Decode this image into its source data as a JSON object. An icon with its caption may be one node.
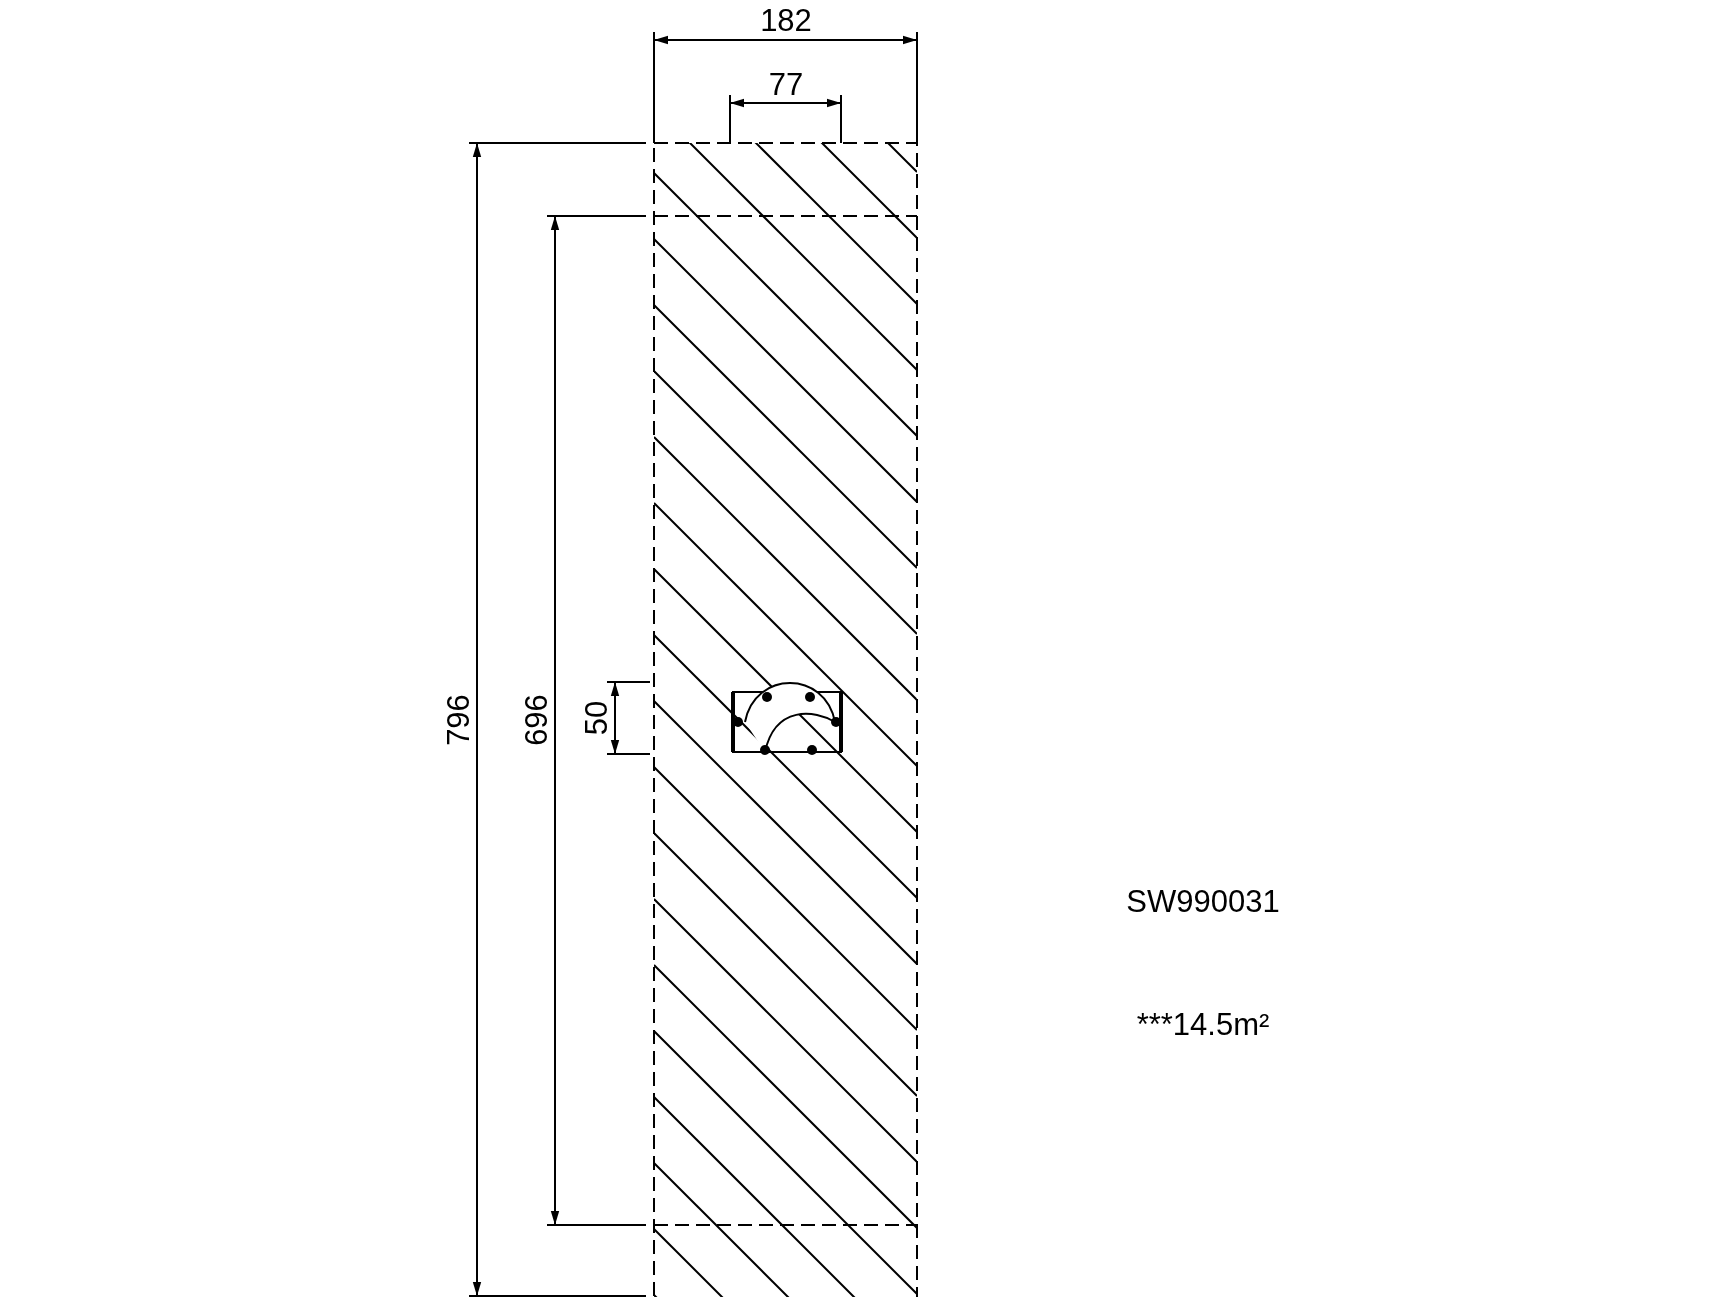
{
  "diagram": {
    "labels": [
      "182",
      "77",
      "796",
      "696",
      "50",
      "SW990031",
      "***14.5m²"
    ]
  }
}
